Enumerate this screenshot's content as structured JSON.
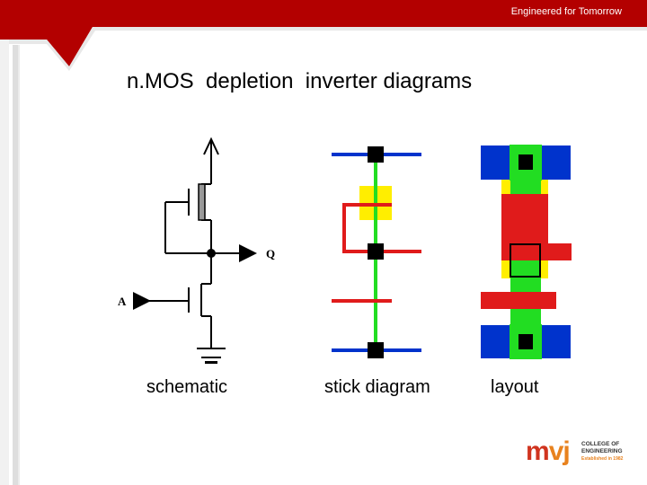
{
  "header": {
    "tagline": "Engineered for Tomorrow",
    "accent_color": "#b30000"
  },
  "slide": {
    "title": "n.MOS  depletion  inverter diagrams"
  },
  "schematic": {
    "output_label": "Q",
    "input_label": "A",
    "caption": "schematic"
  },
  "stick_diagram": {
    "caption": "stick diagram"
  },
  "layout": {
    "caption": "layout"
  },
  "colors": {
    "metal": "#0033cc",
    "poly": "#e01b1b",
    "diffusion": "#22dd22",
    "implant": "#ffee00"
  },
  "logo": {
    "mark_m": "m",
    "mark_vj": "vj",
    "line1": "COLLEGE OF",
    "line2": "ENGINEERING",
    "line3": "Established in 1982"
  }
}
